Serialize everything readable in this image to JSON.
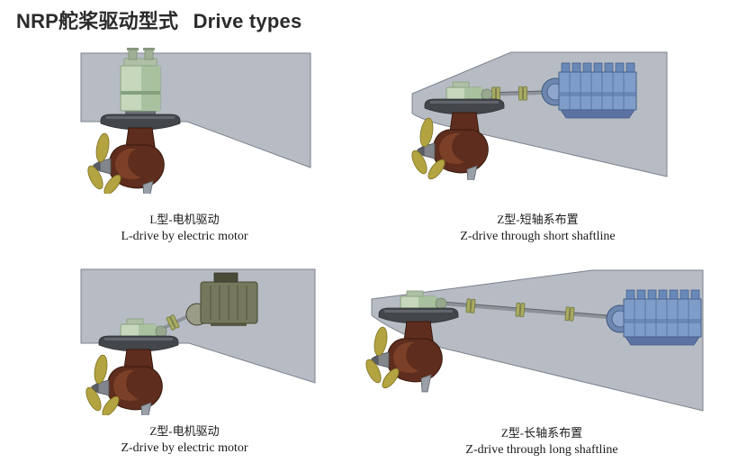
{
  "title": {
    "cn": "NRP舵桨驱动型式",
    "en": "Drive types"
  },
  "panels": [
    {
      "id": "l-drive-electric-motor",
      "label_cn": "L型-电机驱动",
      "label_en": "L-drive by electric motor"
    },
    {
      "id": "z-drive-short-shaftline",
      "label_cn": "Z型-短轴系布置",
      "label_en": "Z-drive through short shaftline"
    },
    {
      "id": "z-drive-electric-motor",
      "label_cn": "Z型-电机驱动",
      "label_en": "Z-drive by electric motor"
    },
    {
      "id": "z-drive-long-shaftline",
      "label_cn": "Z型-长轴系布置",
      "label_en": "Z-drive through long shaftline"
    }
  ],
  "colors": {
    "page-bg": "#ffffff",
    "title-color": "#2b2b2b",
    "caption-color": "#1a1a1a",
    "hull-fill": "#b7bcc4",
    "hull-stroke": "#7c828c",
    "motor-green": "#c6d7bc",
    "motor-green-shade": "#a9c19e",
    "motor-green-dark": "#85a07c",
    "engine-blue": "#7f9dc9",
    "engine-blue-dark": "#5a76a5",
    "engine-blue-deep": "#46618c",
    "pod-brown": "#5e2d1d",
    "pod-brown-dark": "#38190e",
    "pod-brown-light": "#83452c",
    "blade-yellow": "#b3a441",
    "flange-gray": "#43464b",
    "hub-gray": "#82868c",
    "shaft-gray": "#8d9298",
    "coupling-olive": "#a8ab62",
    "motor3-olive": "#75785c"
  }
}
